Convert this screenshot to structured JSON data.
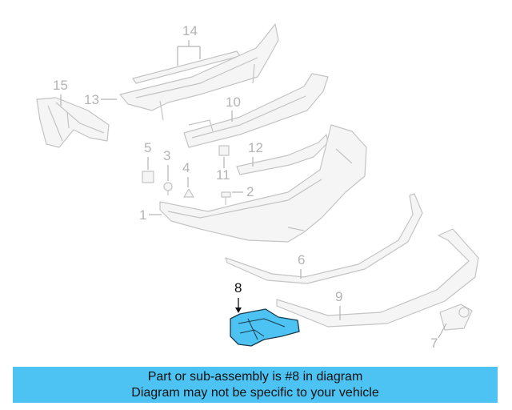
{
  "callouts": {
    "c1": "1",
    "c2": "2",
    "c3": "3",
    "c4": "4",
    "c5": "5",
    "c6": "6",
    "c7": "7",
    "c8": "8",
    "c9": "9",
    "c10": "10",
    "c11": "11",
    "c12": "12",
    "c13": "13",
    "c14": "14",
    "c15": "15"
  },
  "highlighted_part": "8",
  "highlight_color": "#4dc3f3",
  "banner": {
    "line1": "Part or sub-assembly is #8 in diagram",
    "line2": "Diagram may not be specific to your vehicle",
    "background": "#4dc3f3"
  }
}
